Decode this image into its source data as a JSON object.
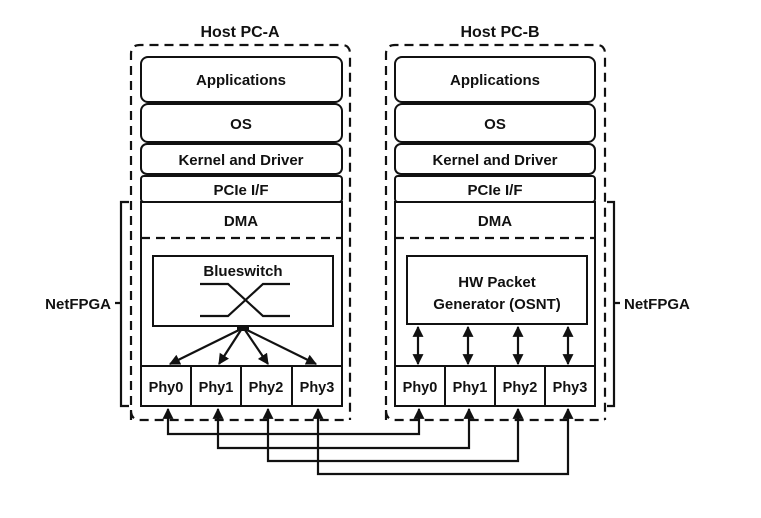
{
  "hosts": [
    {
      "title": "Host PC-A",
      "layers": [
        "Applications",
        "OS",
        "Kernel and Driver",
        "PCIe I/F",
        "DMA"
      ],
      "module": {
        "label_lines": [
          "Blueswitch"
        ],
        "icon": "crossbar-switch-icon",
        "connection": "fan-out from switch to each phy (unidirectional arrows)"
      },
      "phys": [
        "Phy0",
        "Phy1",
        "Phy2",
        "Phy3"
      ],
      "bracket_label": "NetFPGA"
    },
    {
      "title": "Host PC-B",
      "layers": [
        "Applications",
        "OS",
        "Kernel and Driver",
        "PCIe I/F",
        "DMA"
      ],
      "module": {
        "label_lines": [
          "HW Packet",
          "Generator (OSNT)"
        ],
        "connection": "bidirectional arrows to each phy"
      },
      "phys": [
        "Phy0",
        "Phy1",
        "Phy2",
        "Phy3"
      ],
      "bracket_label": "NetFPGA"
    }
  ],
  "links": [
    {
      "from": "Host PC-A Phy0",
      "to": "Host PC-B Phy0"
    },
    {
      "from": "Host PC-A Phy1",
      "to": "Host PC-B Phy1"
    },
    {
      "from": "Host PC-A Phy2",
      "to": "Host PC-B Phy2"
    },
    {
      "from": "Host PC-A Phy3",
      "to": "Host PC-B Phy3"
    }
  ],
  "colors": {
    "stroke": "#111111",
    "background": "#ffffff"
  }
}
